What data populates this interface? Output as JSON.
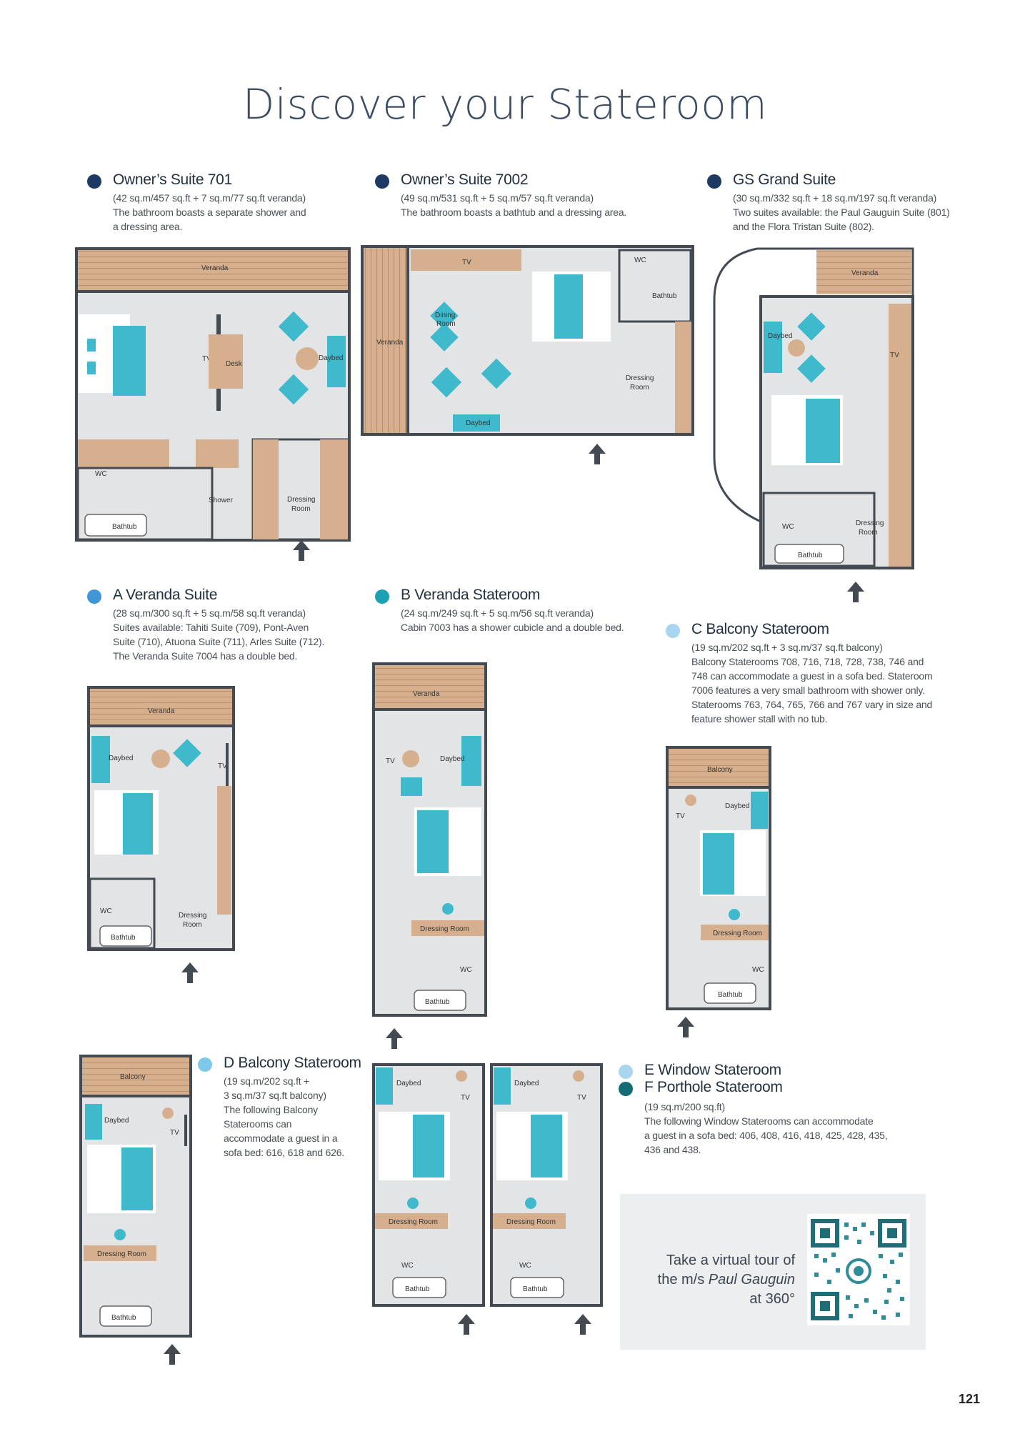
{
  "page": {
    "title": "Discover your Stateroom",
    "page_number": "121"
  },
  "colors": {
    "dot_navy": "#1c3a63",
    "dot_blue": "#3f97d6",
    "dot_teal": "#1aa2b4",
    "dot_lightblue": "#a9d6ee",
    "dot_skyblue": "#7ec8ea",
    "dot_darkteal": "#146d72",
    "wood": "#d6b08e",
    "floor": "#e3e4e6",
    "wall": "#444a52",
    "turquoise": "#3fb9cc"
  },
  "sections": {
    "owners701": {
      "name": "Owner’s Suite 701",
      "size": "(42 sq.m/457 sq.ft + 7 sq.m/77 sq.ft veranda)",
      "desc": [
        "The bathroom boasts a separate shower and",
        "a dressing area."
      ]
    },
    "owners7002": {
      "name": "Owner’s Suite 7002",
      "size": "(49 sq.m/531 sq.ft + 5 sq.m/57 sq.ft veranda)",
      "desc": [
        "The bathroom boasts a bathtub and a dressing area."
      ]
    },
    "gs": {
      "name": "GS Grand Suite",
      "size": "(30 sq.m/332 sq.ft + 18 sq.m/197 sq.ft veranda)",
      "desc": [
        "Two suites available: the Paul Gauguin Suite (801)",
        "and the Flora Tristan Suite (802)."
      ]
    },
    "a": {
      "name": "A Veranda Suite",
      "size": "(28 sq.m/300 sq.ft + 5 sq.m/58 sq.ft veranda)",
      "desc": [
        "Suites available: Tahiti Suite (709), Pont-Aven",
        "Suite (710), Atuona Suite (711), Arles Suite (712).",
        "The Veranda Suite 7004 has a double bed."
      ]
    },
    "b": {
      "name": "B Veranda Stateroom",
      "size": "(24 sq.m/249 sq.ft + 5 sq.m/56 sq.ft veranda)",
      "desc": [
        "Cabin 7003 has a shower cubicle and a double bed."
      ]
    },
    "c": {
      "name": "C Balcony Stateroom",
      "size": "(19 sq.m/202 sq.ft + 3 sq.m/37 sq.ft balcony)",
      "desc": [
        "Balcony Staterooms 708, 716, 718, 728, 738, 746 and",
        "748 can accommodate a guest in a sofa bed. Stateroom",
        "7006 features a very small bathroom with shower only.",
        "Staterooms 763, 764, 765, 766 and 767 vary in size and",
        "feature shower stall with no tub."
      ]
    },
    "d": {
      "name": "D Balcony Stateroom",
      "size": [
        "(19 sq.m/202 sq.ft +",
        "3 sq.m/37 sq.ft balcony)"
      ],
      "desc": [
        "The following Balcony",
        "Staterooms can",
        "accommodate a guest in a",
        "sofa bed: 616, 618 and 626."
      ]
    },
    "ef": {
      "name_e": "E Window Stateroom",
      "name_f": "F Porthole Stateroom",
      "size": "(19 sq.m/200 sq.ft)",
      "desc": [
        "The following Window Staterooms can accommodate",
        "a guest in a sofa bed: 406, 408, 416, 418, 425, 428, 435,",
        "436 and 438."
      ]
    }
  },
  "plan_labels": {
    "veranda": "Veranda",
    "balcony": "Balcony",
    "tv": "TV",
    "desk": "Desk",
    "daybed": "Daybed",
    "wc": "WC",
    "shower": "Shower",
    "bathtub": "Bathtub",
    "dressing": "Dressing",
    "room": "Room",
    "dressing_room": "Dressing Room",
    "dining": "Dining"
  },
  "tour": {
    "line1": "Take a virtual tour of",
    "line2_prefix": "the m/s ",
    "line2_ship": "Paul Gauguin",
    "line3": "at 360°",
    "qr": "qr-code"
  }
}
